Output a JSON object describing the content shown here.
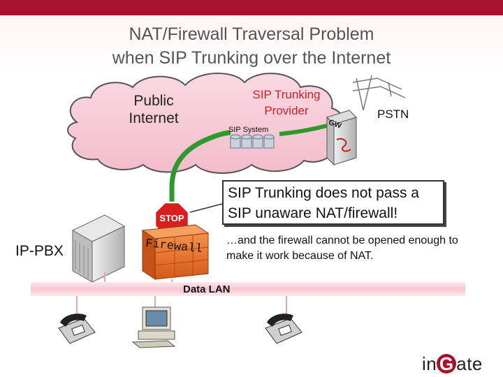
{
  "slide": {
    "title_line1": "NAT/Firewall Traversal Problem",
    "title_line2": "when SIP Trunking over the Internet"
  },
  "cloud": {
    "label": "Public\nInternet"
  },
  "provider": {
    "label": "SIP Trunking\nProvider",
    "system_label": "SIP System",
    "gw_label": "GW"
  },
  "pstn": {
    "label": "PSTN"
  },
  "stop_sign": {
    "label": "STOP"
  },
  "firewall": {
    "label": "Firewall"
  },
  "ippbx": {
    "label": "IP-PBX"
  },
  "lan": {
    "label": "Data LAN"
  },
  "callouts": {
    "main": "SIP Trunking does not pass a SIP unaware NAT/firewall!",
    "sub": "…and the firewall cannot be opened enough to make it work because of NAT."
  },
  "logo": {
    "text_left": "in",
    "text_mid": "G",
    "text_right": "ate"
  },
  "colors": {
    "accent": "#a8112a",
    "cable": "#2e9a2e",
    "lan": "#f7c5cf",
    "cloud": "#f9d0dc",
    "firewall": "#f07a2a"
  }
}
